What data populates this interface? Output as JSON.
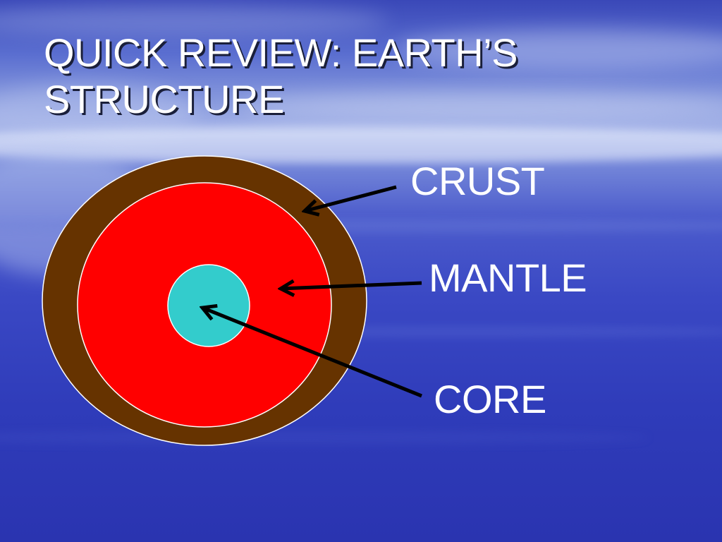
{
  "slide": {
    "title_line1": "QUICK REVIEW: EARTH’S",
    "title_line2": "STRUCTURE"
  },
  "layers": [
    {
      "name": "crust",
      "label": "CRUST",
      "color": "#663300"
    },
    {
      "name": "mantle",
      "label": "MANTLE",
      "color": "#ff0000"
    },
    {
      "name": "core",
      "label": "CORE",
      "color": "#33cccc"
    }
  ],
  "colors": {
    "text": "#ffffff",
    "arrow": "#000000",
    "background": "#3a48c4"
  }
}
